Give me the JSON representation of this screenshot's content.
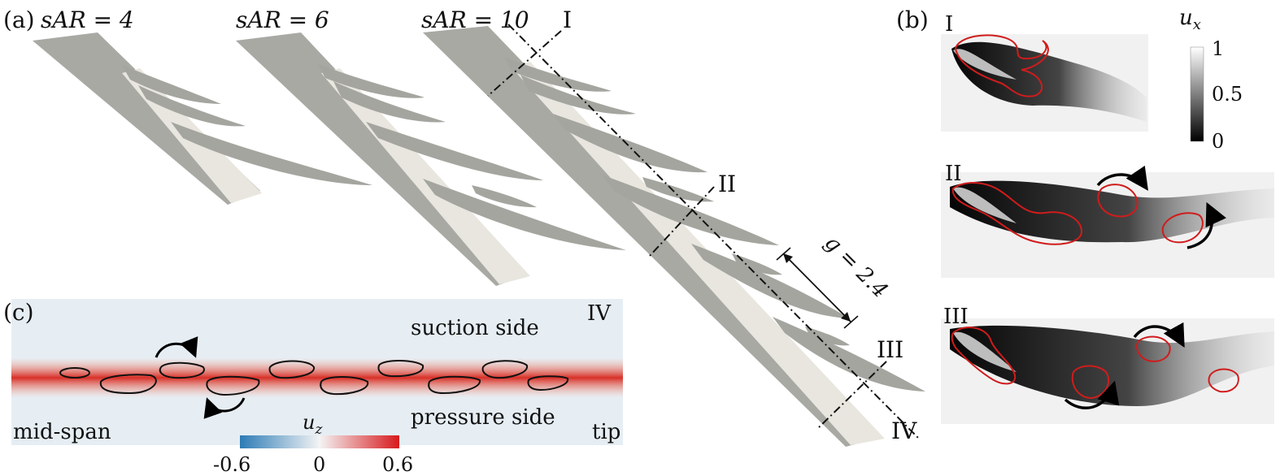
{
  "panel_a": {
    "label": "(a)",
    "titles": [
      "sAR = 4",
      "sAR = 6",
      "sAR = 10"
    ],
    "sections": [
      "I",
      "II",
      "III",
      "IV"
    ],
    "gap_label": "g = 2.4"
  },
  "panel_b": {
    "label": "(b)",
    "rows": [
      "I",
      "II",
      "III"
    ],
    "colorbar": {
      "title": "u",
      "title_sub": "x",
      "ticks": [
        "1",
        "0.5",
        "0"
      ],
      "tick_values": [
        1,
        0.5,
        0
      ],
      "range": [
        0,
        1
      ]
    }
  },
  "panel_c": {
    "label": "(c)",
    "corner_label": "IV",
    "suction": "suction side",
    "pressure": "pressure side",
    "mid_span": "mid-span",
    "tip": "tip",
    "colorbar": {
      "title": "u",
      "title_sub": "z",
      "ticks": [
        "-0.6",
        "0",
        "0.6"
      ],
      "tick_values": [
        -0.6,
        0,
        0.6
      ],
      "range": [
        -0.6,
        0.6
      ]
    }
  },
  "colors": {
    "vortex_outline": "#d01c1c",
    "positive": "#d7191c",
    "negative": "#2c7bb6",
    "surface": "#a7a7a2",
    "wing_face": "#e6e4dc"
  }
}
